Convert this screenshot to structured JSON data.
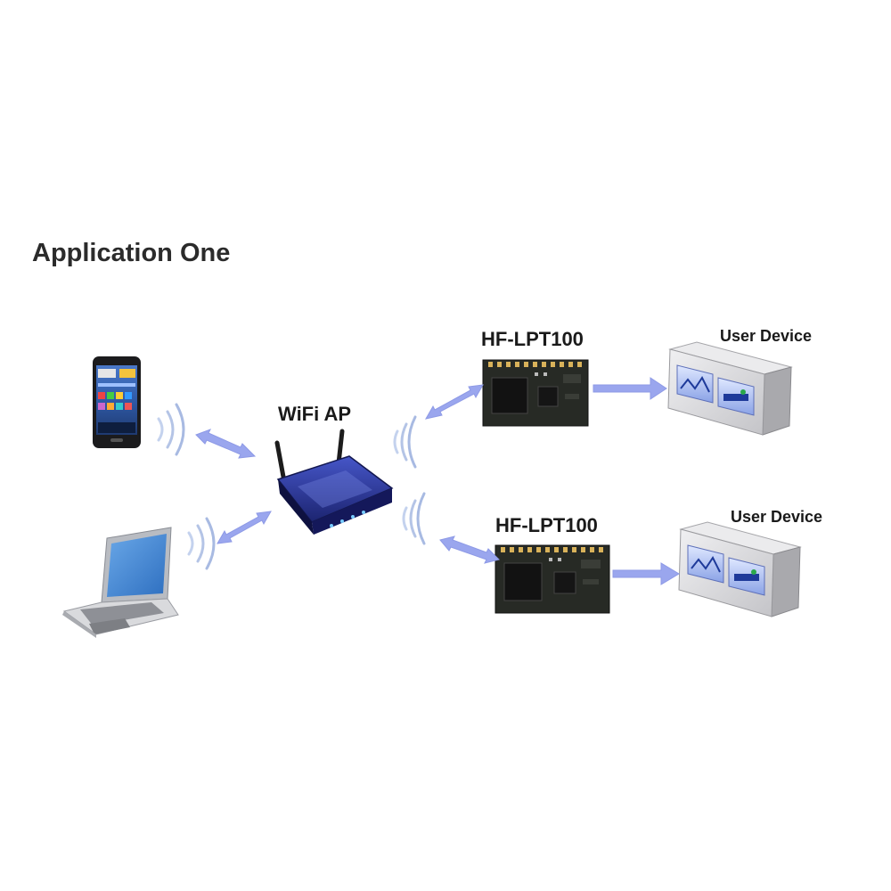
{
  "title": "Application One",
  "nodes": {
    "phone": {
      "icon": "smartphone-icon"
    },
    "laptop": {
      "icon": "laptop-icon"
    },
    "access_point": {
      "label": "WiFi AP",
      "icon": "wifi-router-icon"
    },
    "module_1": {
      "label": "HF-LPT100",
      "icon": "wifi-module-icon"
    },
    "module_2": {
      "label": "HF-LPT100",
      "icon": "wifi-module-icon"
    },
    "device_1": {
      "label": "User Device",
      "icon": "user-device-icon"
    },
    "device_2": {
      "label": "User Device",
      "icon": "user-device-icon"
    }
  },
  "edges": [
    {
      "from": "phone",
      "to": "access_point",
      "direction": "both"
    },
    {
      "from": "laptop",
      "to": "access_point",
      "direction": "both"
    },
    {
      "from": "access_point",
      "to": "module_1",
      "direction": "both"
    },
    {
      "from": "access_point",
      "to": "module_2",
      "direction": "both"
    },
    {
      "from": "module_1",
      "to": "device_1",
      "direction": "forward"
    },
    {
      "from": "module_2",
      "to": "device_2",
      "direction": "forward"
    }
  ],
  "colors": {
    "arrow": "#9aa6ee",
    "signal": "#b8c6e8",
    "router": "#2e3a9a",
    "board": "#2a2e28",
    "device": "#d8d8da"
  }
}
